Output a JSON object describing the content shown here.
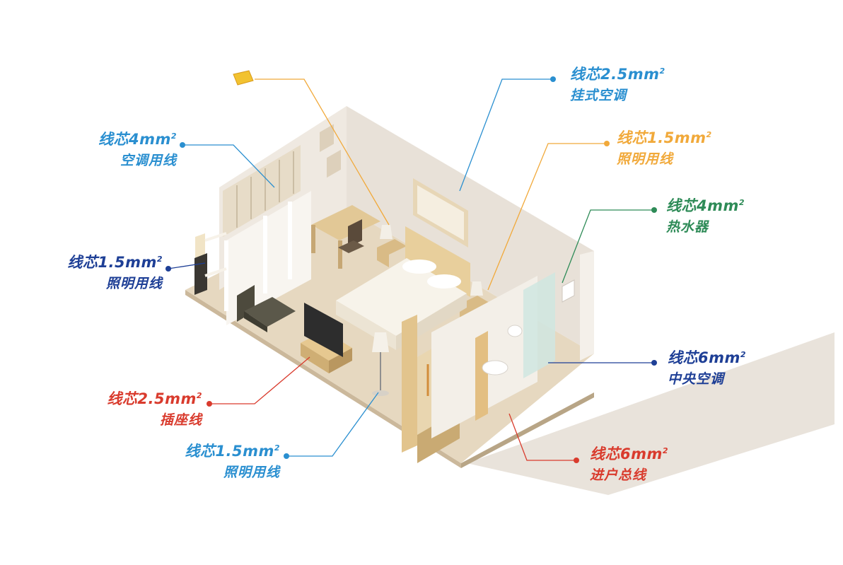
{
  "colors": {
    "blue": "#2a8fd0",
    "darkblue": "#1e3f96",
    "orange": "#f1a93a",
    "green": "#2e8b57",
    "red": "#d93b2d"
  },
  "annotations": [
    {
      "id": "ac-wire-4",
      "line1": "线芯4mm",
      "sup": "2",
      "line2": "空调用线",
      "color": "#2a8fd0"
    },
    {
      "id": "light-wire-left",
      "line1": "线芯1.5mm",
      "sup": "2",
      "line2": "照明用线",
      "color": "#1e3f96"
    },
    {
      "id": "socket-wire",
      "line1": "线芯2.5mm",
      "sup": "2",
      "line2": "插座线",
      "color": "#d93b2d"
    },
    {
      "id": "light-wire-bottom",
      "line1": "线芯1.5mm",
      "sup": "2",
      "line2": "照明用线",
      "color": "#2a8fd0"
    },
    {
      "id": "wall-ac",
      "line1": "线芯2.5mm",
      "sup": "2",
      "line2": "挂式空调",
      "color": "#2a8fd0"
    },
    {
      "id": "light-wire-right",
      "line1": "线芯1.5mm",
      "sup": "2",
      "line2": "照明用线",
      "color": "#f1a93a"
    },
    {
      "id": "water-heater",
      "line1": "线芯4mm",
      "sup": "2",
      "line2": "热水器",
      "color": "#2e8b57"
    },
    {
      "id": "central-ac",
      "line1": "线芯6mm",
      "sup": "2",
      "line2": "中央空调",
      "color": "#1e3f96"
    },
    {
      "id": "main-line",
      "line1": "线芯6mm",
      "sup": "2",
      "line2": "进户总线",
      "color": "#d93b2d"
    }
  ]
}
